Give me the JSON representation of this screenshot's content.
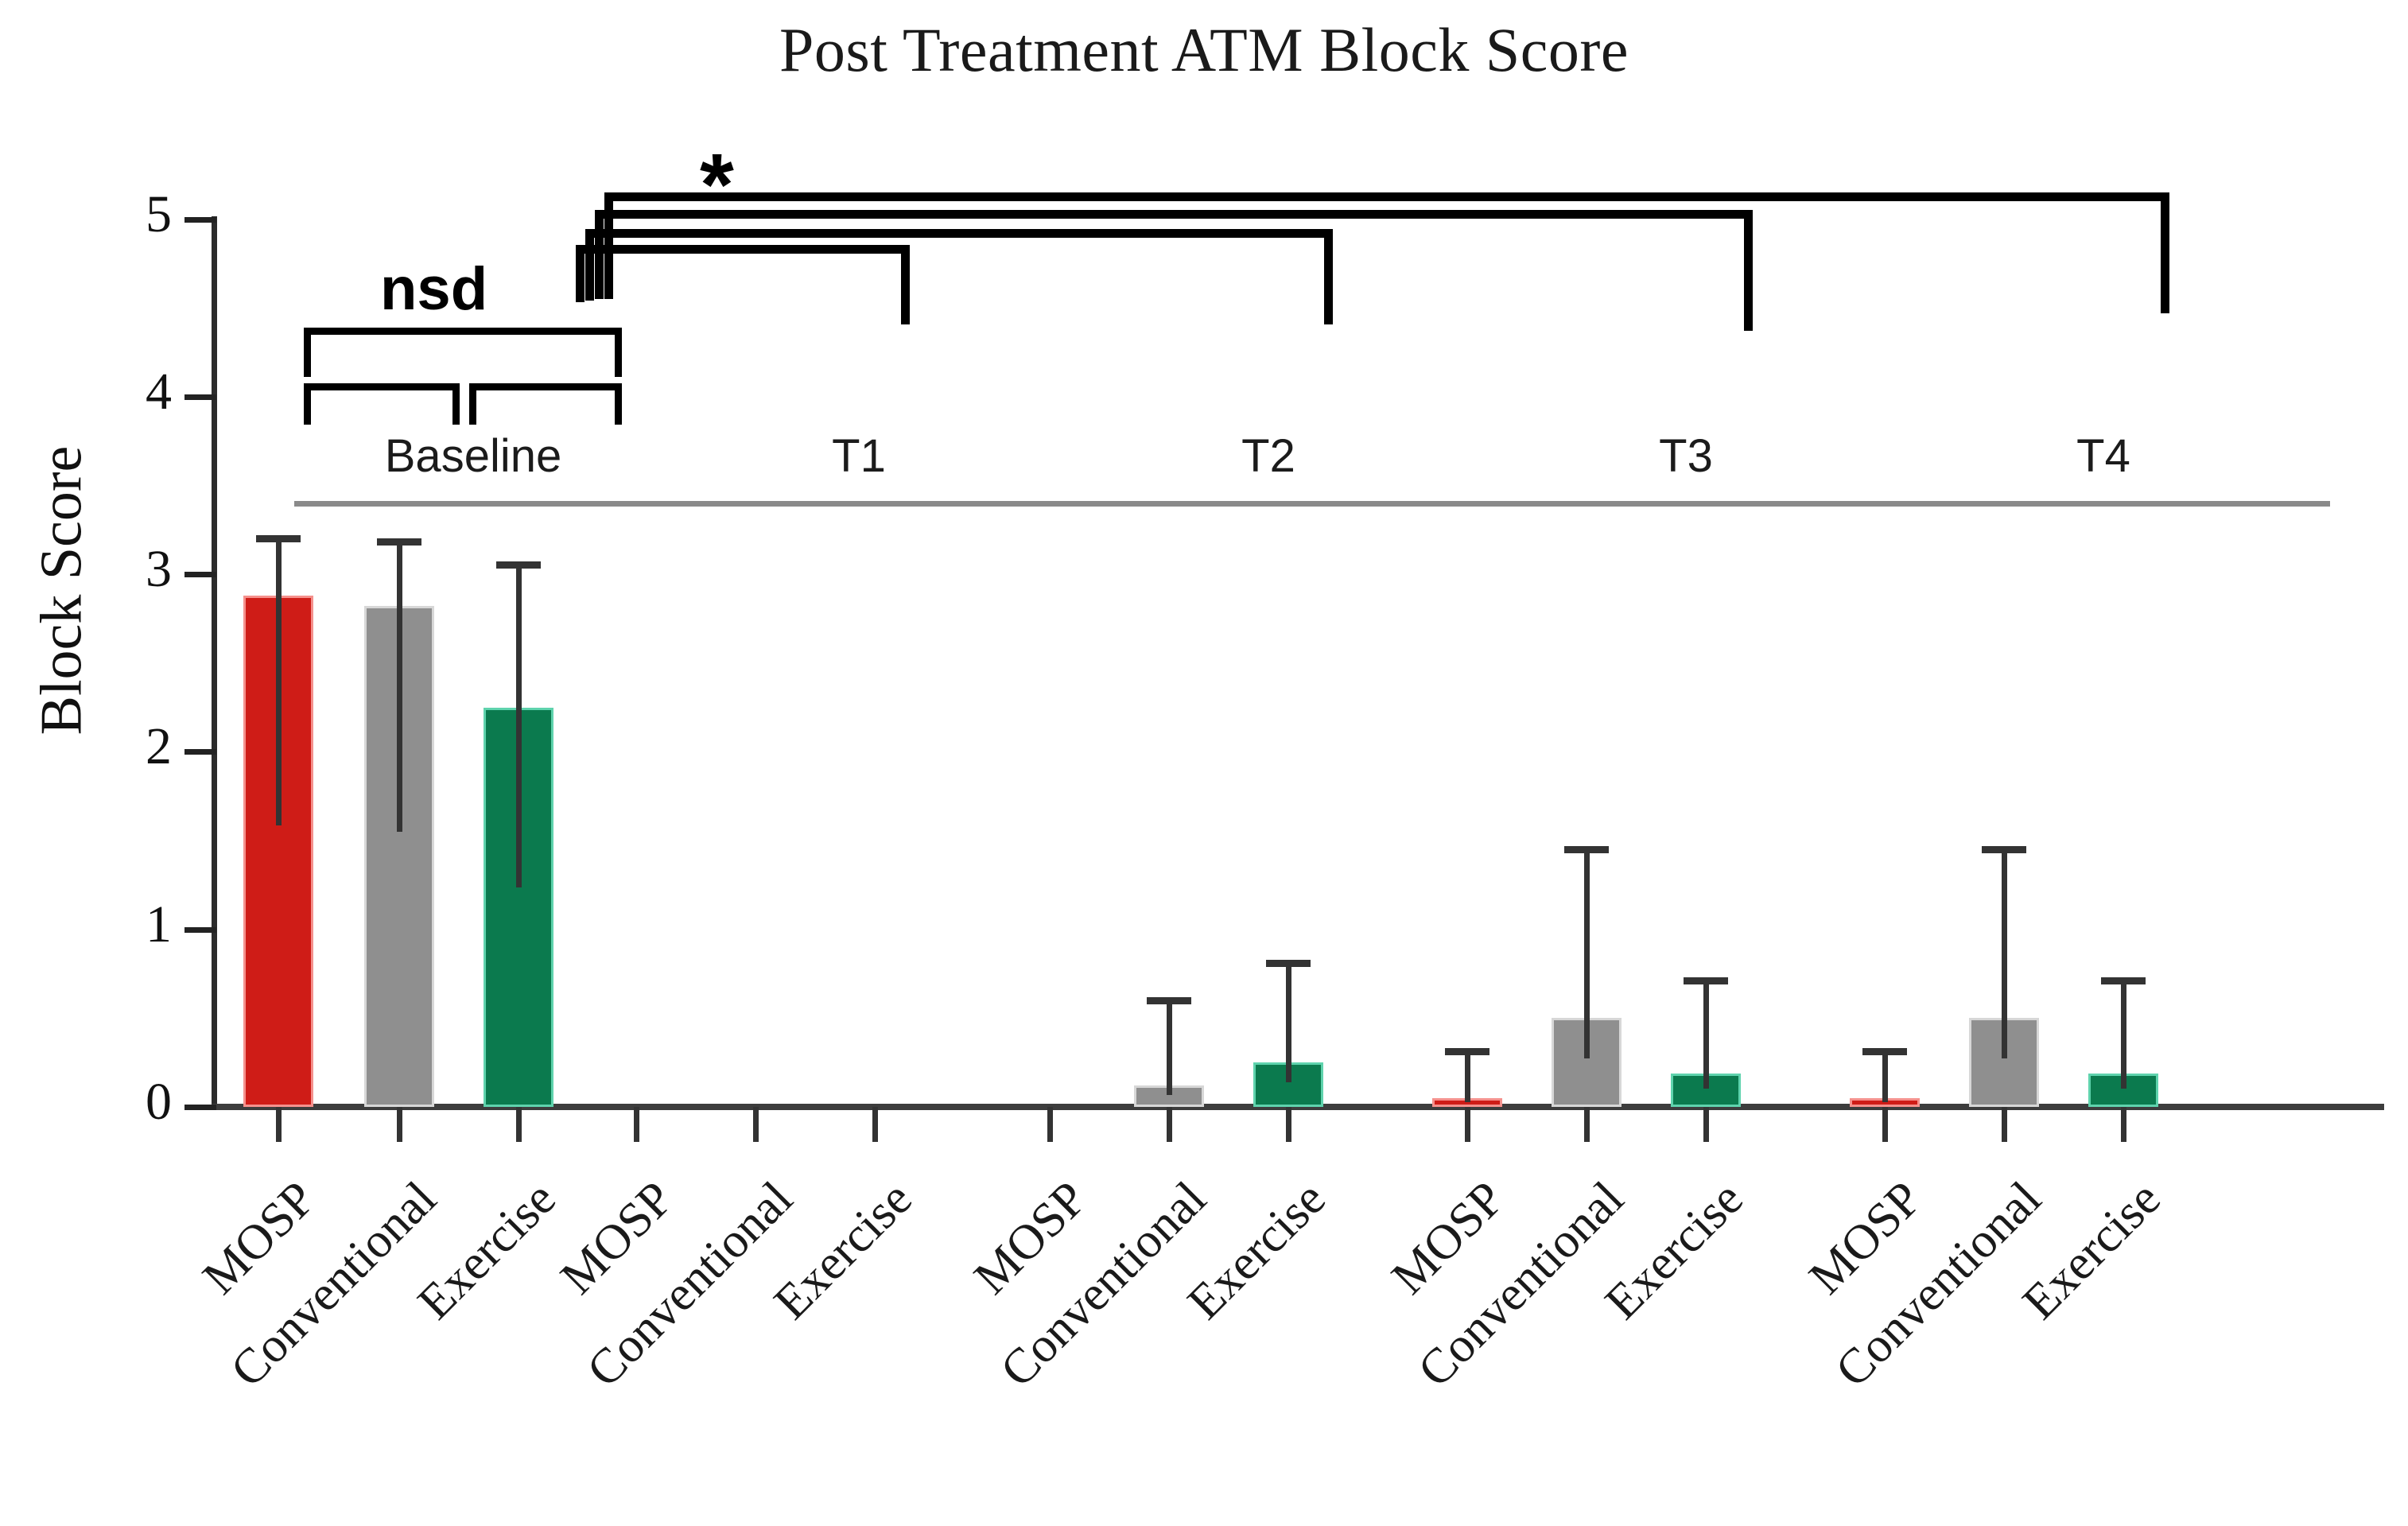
{
  "chart_data": {
    "type": "bar",
    "title": "Post Treatment ATM Block Score",
    "xlabel": "",
    "ylabel": "Block Score",
    "ylim": [
      0,
      5
    ],
    "yticks": [
      "0",
      "1",
      "2",
      "3",
      "4",
      "5"
    ],
    "grid": false,
    "legend_position": "none",
    "error_bars": "upper only (SD)",
    "group_labels": [
      "Baseline",
      "T1",
      "T2",
      "T3",
      "T4"
    ],
    "categories": [
      "MOSP",
      "Conventional",
      "Exercise"
    ],
    "series": [
      {
        "name": "MOSP",
        "color": "#cf1c17",
        "values": [
          2.88,
          0.0,
          0.0,
          0.05,
          0.05
        ],
        "errors": [
          0.34,
          0.0,
          0.0,
          0.28,
          0.28
        ]
      },
      {
        "name": "Conventional",
        "color": "#8f8f8f",
        "values": [
          2.82,
          0.0,
          0.12,
          0.5,
          0.5
        ],
        "errors": [
          0.38,
          0.0,
          0.5,
          0.97,
          0.97
        ]
      },
      {
        "name": "Exercise",
        "color": "#0b7a4e",
        "values": [
          2.25,
          0.0,
          0.25,
          0.19,
          0.19
        ],
        "errors": [
          0.82,
          0.0,
          0.58,
          0.54,
          0.54
        ]
      }
    ],
    "bars": [
      {
        "group": "Baseline",
        "category": "MOSP",
        "value": 2.88,
        "error": 0.34,
        "color": "#cf1c17"
      },
      {
        "group": "Baseline",
        "category": "Conventional",
        "value": 2.82,
        "error": 0.38,
        "color": "#8f8f8f"
      },
      {
        "group": "Baseline",
        "category": "Exercise",
        "value": 2.25,
        "error": 0.82,
        "color": "#0b7a4e"
      },
      {
        "group": "T1",
        "category": "MOSP",
        "value": 0.0,
        "error": 0.0,
        "color": "#cf1c17"
      },
      {
        "group": "T1",
        "category": "Conventional",
        "value": 0.0,
        "error": 0.0,
        "color": "#8f8f8f"
      },
      {
        "group": "T1",
        "category": "Exercise",
        "value": 0.0,
        "error": 0.0,
        "color": "#0b7a4e"
      },
      {
        "group": "T2",
        "category": "MOSP",
        "value": 0.0,
        "error": 0.0,
        "color": "#cf1c17"
      },
      {
        "group": "T2",
        "category": "Conventional",
        "value": 0.12,
        "error": 0.5,
        "color": "#8f8f8f"
      },
      {
        "group": "T2",
        "category": "Exercise",
        "value": 0.25,
        "error": 0.58,
        "color": "#0b7a4e"
      },
      {
        "group": "T3",
        "category": "MOSP",
        "value": 0.05,
        "error": 0.28,
        "color": "#cf1c17"
      },
      {
        "group": "T3",
        "category": "Conventional",
        "value": 0.5,
        "error": 0.97,
        "color": "#8f8f8f"
      },
      {
        "group": "T3",
        "category": "Exercise",
        "value": 0.19,
        "error": 0.54,
        "color": "#0b7a4e"
      },
      {
        "group": "T4",
        "category": "MOSP",
        "value": 0.05,
        "error": 0.28,
        "color": "#cf1c17"
      },
      {
        "group": "T4",
        "category": "Conventional",
        "value": 0.5,
        "error": 0.97,
        "color": "#8f8f8f"
      },
      {
        "group": "T4",
        "category": "Exercise",
        "value": 0.19,
        "error": 0.54,
        "color": "#0b7a4e"
      }
    ],
    "annotations": [
      {
        "name": "nsd",
        "text": "nsd",
        "meaning": "no significant difference",
        "spans": [
          "Baseline MOSP vs Baseline Exercise"
        ]
      },
      {
        "name": "significance-star",
        "text": "*",
        "meaning": "significant difference",
        "spans": [
          "Baseline vs T1",
          "Baseline vs T2",
          "Baseline vs T3",
          "Baseline vs T4"
        ]
      }
    ]
  },
  "axis": {
    "y_label": "Block Score",
    "y_ticks": [
      "5",
      "4",
      "3",
      "2",
      "1",
      "0"
    ]
  },
  "groups": [
    {
      "label": "Baseline"
    },
    {
      "label": "T1"
    },
    {
      "label": "T2"
    },
    {
      "label": "T3"
    },
    {
      "label": "T4"
    }
  ],
  "tick_labels": [
    "MOSP",
    "Conventional",
    "Exercise",
    "MOSP",
    "Conventional",
    "Exercise",
    "MOSP",
    "Conventional",
    "Exercise",
    "MOSP",
    "Conventional",
    "Exercise",
    "MOSP",
    "Conventional",
    "Exercise"
  ],
  "marks": {
    "nsd": "nsd",
    "star": "*"
  },
  "colors": {
    "mosp": "#cf1c17",
    "conventional": "#8f8f8f",
    "exercise": "#0b7a4e",
    "axis": "#333333",
    "text": "#1a1a1a"
  },
  "title": "Post Treatment ATM Block Score"
}
